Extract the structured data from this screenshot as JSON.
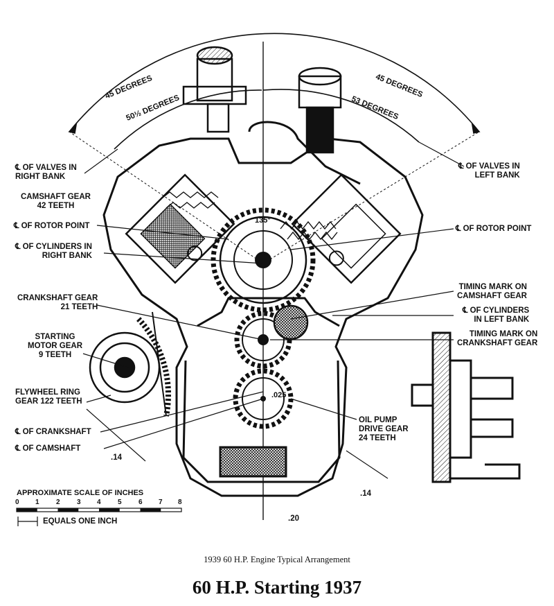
{
  "angles": {
    "left_45": "45 DEGREES",
    "left_50": "50½ DEGREES",
    "right_45": "45 DEGREES",
    "right_53": "53 DEGREES",
    "center_135": "135°"
  },
  "labels": {
    "valves_right_bank": "℄ OF VALVES IN\nRIGHT BANK",
    "camshaft_gear": "CAMSHAFT GEAR\n42 TEETH",
    "rotor_point_left": "℄ OF ROTOR POINT",
    "cylinders_right_bank": "℄ OF CYLINDERS IN\nRIGHT BANK",
    "crankshaft_gear": "CRANKSHAFT GEAR\n21 TEETH",
    "starting_motor_gear": "STARTING\nMOTOR GEAR\n9 TEETH",
    "flywheel_ring_gear": "FLYWHEEL RING\nGEAR 122 TEETH",
    "crankshaft_center": "℄ OF CRANKSHAFT",
    "camshaft_center": "℄ OF CAMSHAFT",
    "valves_left_bank": "℄ OF VALVES IN\nLEFT BANK",
    "rotor_point_right": "℄ OF ROTOR POINT",
    "timing_mark_camshaft": "TIMING MARK ON\nCAMSHAFT GEAR",
    "cylinders_left_bank": "℄ OF CYLINDERS\nIN LEFT BANK",
    "timing_mark_crankshaft": "TIMING MARK ON\nCRANKSHAFT GEAR",
    "oil_pump_gear": "OIL PUMP\nDRIVE GEAR\n24 TEETH",
    "dim_014_left": ".14",
    "dim_014_right": ".14",
    "dim_025": ".025",
    "dim_020": ".20"
  },
  "scale": {
    "title": "APPROXIMATE SCALE OF INCHES",
    "numbers": [
      "0",
      "1",
      "2",
      "3",
      "4",
      "5",
      "6",
      "7",
      "8"
    ],
    "legend": "EQUALS ONE INCH"
  },
  "caption": "1939 60 H.P. Engine Typical Arrangement",
  "title": "60 H.P. Starting 1937"
}
